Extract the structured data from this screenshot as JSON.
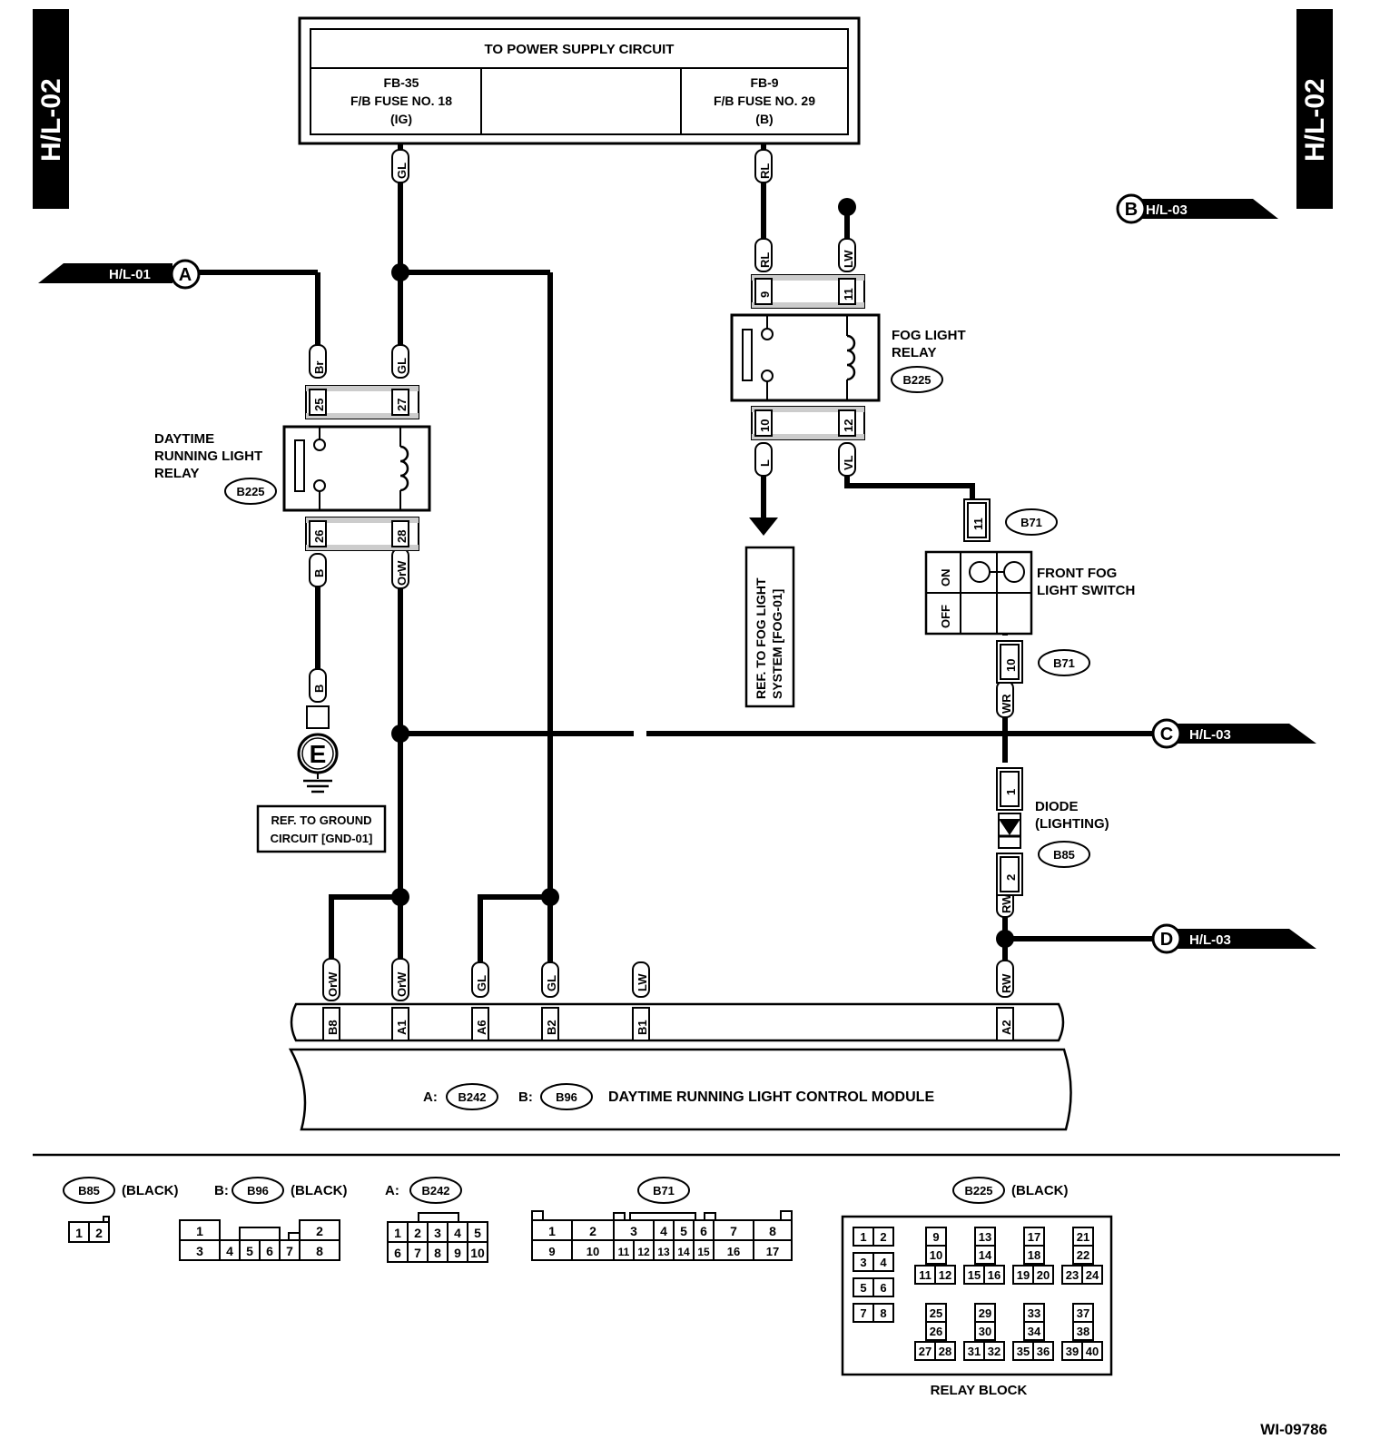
{
  "page_tag": "H/L-02",
  "power_supply": {
    "title": "TO POWER SUPPLY CIRCUIT",
    "left_fuse": [
      "FB-35",
      "F/B FUSE NO. 18",
      "(IG)"
    ],
    "right_fuse": [
      "FB-9",
      "F/B FUSE NO. 29",
      "(B)"
    ]
  },
  "refs": {
    "a_page": "H/L-01",
    "a_letter": "A",
    "b_page": "H/L-03",
    "b_letter": "B",
    "c_page": "H/L-03",
    "c_letter": "C",
    "d_page": "H/L-03",
    "d_letter": "D",
    "e_letter": "E"
  },
  "wires": {
    "gl": "GL",
    "rl": "RL",
    "lw": "LW",
    "br": "Br",
    "b": "B",
    "orw": "OrW",
    "l": "L",
    "vl": "VL",
    "wr": "WR",
    "rw": "RW"
  },
  "pins": {
    "p25": "25",
    "p27": "27",
    "p26": "26",
    "p28": "28",
    "p9": "9",
    "p11": "11",
    "p10": "10",
    "p12": "12",
    "p1": "1",
    "p2": "2",
    "b8": "B8",
    "a1": "A1",
    "a6": "A6",
    "b2": "B2",
    "b1": "B1",
    "a2": "A2"
  },
  "drl_relay": {
    "label": [
      "DAYTIME",
      "RUNNING LIGHT",
      "RELAY"
    ],
    "conn": "B225"
  },
  "fog_relay": {
    "label": [
      "FOG LIGHT",
      "RELAY"
    ],
    "conn": "B225"
  },
  "fog_ref": [
    "REF. TO FOG LIGHT",
    "SYSTEM [FOG-01]"
  ],
  "fog_switch": {
    "label": [
      "FRONT FOG",
      "LIGHT SWITCH"
    ],
    "conn": "B71",
    "on": "ON",
    "off": "OFF"
  },
  "ground_ref": [
    "REF. TO GROUND",
    "CIRCUIT [GND-01]"
  ],
  "diode": {
    "label": [
      "DIODE",
      "(LIGHTING)"
    ],
    "conn": "B85"
  },
  "module": {
    "prefix_a": "A:",
    "conn_a": "B242",
    "prefix_b": "B:",
    "conn_b": "B96",
    "name": "DAYTIME RUNNING LIGHT CONTROL MODULE"
  },
  "connectors": {
    "b85": {
      "id": "B85",
      "color": "(BLACK)",
      "pins": [
        "1",
        "2"
      ]
    },
    "b96": {
      "prefix": "B:",
      "id": "B96",
      "color": "(BLACK)",
      "top": [
        "1",
        "2"
      ],
      "bottom": [
        "3",
        "4",
        "5",
        "6",
        "7",
        "8"
      ]
    },
    "b242": {
      "prefix": "A:",
      "id": "B242",
      "top": [
        "1",
        "2",
        "3",
        "4",
        "5"
      ],
      "bottom": [
        "6",
        "7",
        "8",
        "9",
        "10"
      ]
    },
    "b71": {
      "id": "B71",
      "top": [
        "1",
        "2",
        "3",
        "4",
        "5",
        "6",
        "7",
        "8"
      ],
      "bottom": [
        "9",
        "10",
        "11",
        "12",
        "13",
        "14",
        "15",
        "16",
        "17"
      ]
    },
    "b225": {
      "id": "B225",
      "color": "(BLACK)",
      "caption": "RELAY BLOCK",
      "pairs": [
        [
          "1",
          "2"
        ],
        [
          "3",
          "4"
        ],
        [
          "5",
          "6"
        ],
        [
          "7",
          "8"
        ]
      ],
      "groups": [
        [
          "9",
          "10",
          "11",
          "12"
        ],
        [
          "13",
          "14",
          "15",
          "16"
        ],
        [
          "17",
          "18",
          "19",
          "20"
        ],
        [
          "21",
          "22",
          "23",
          "24"
        ],
        [
          "25",
          "26",
          "27",
          "28"
        ],
        [
          "29",
          "30",
          "31",
          "32"
        ],
        [
          "33",
          "34",
          "35",
          "36"
        ],
        [
          "37",
          "38",
          "39",
          "40"
        ]
      ]
    }
  },
  "figure_id": "WI-09786"
}
